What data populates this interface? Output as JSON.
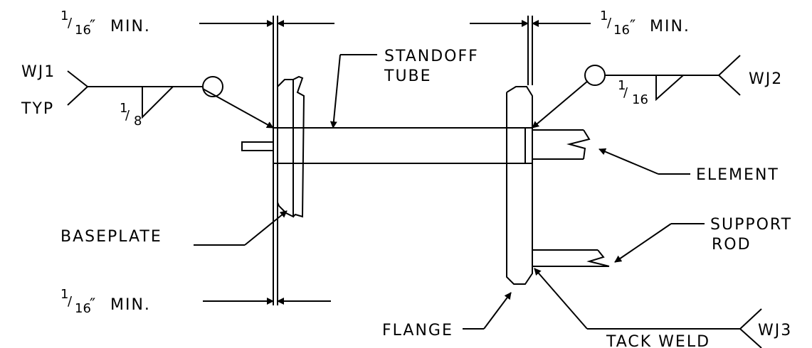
{
  "labels": {
    "min_top_left": "MIN.",
    "min_top_right": "MIN.",
    "min_bottom": "MIN.",
    "inch_mark": "″",
    "standoff": "STANDOFF",
    "tube": "TUBE",
    "wj1": "WJ1",
    "typ": "TYP",
    "wj2": "WJ2",
    "wj3": "WJ3",
    "element": "ELEMENT",
    "support": "SUPPORT",
    "rod": "ROD",
    "baseplate": "BASEPLATE",
    "flange": "FLANGE",
    "tack_weld": "TACK WELD"
  },
  "fractions": {
    "sixteenth_num": "1",
    "sixteenth_den": "16",
    "eighth_num": "1",
    "eighth_den": "8"
  }
}
